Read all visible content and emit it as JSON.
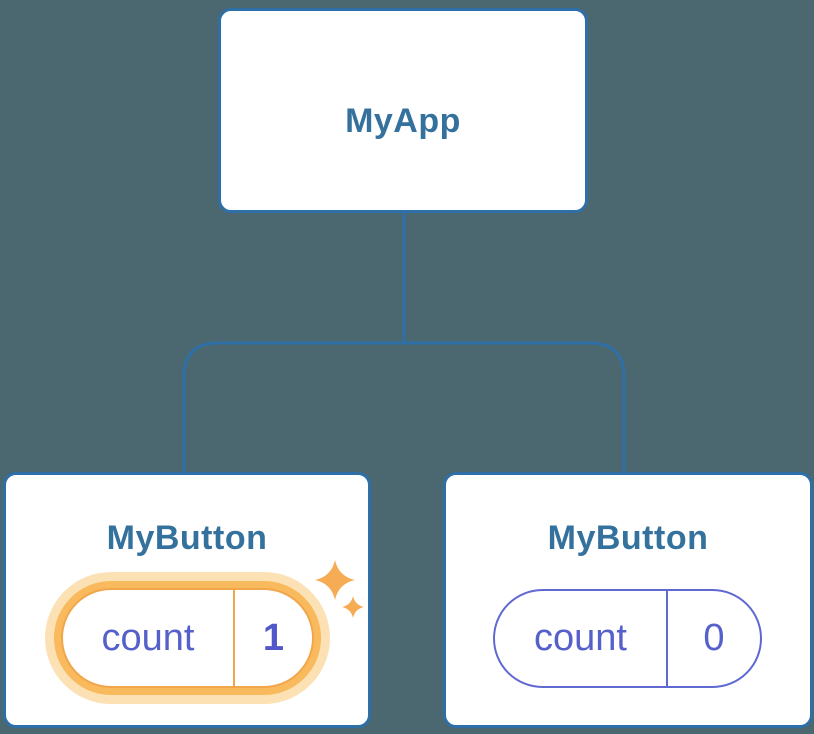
{
  "diagram": {
    "type": "component-tree",
    "background_color": "#4B6871"
  },
  "colors": {
    "node_border": "#2F6FA7",
    "node_background": "#FFFFFF",
    "node_title_text": "#35719D",
    "state_text": "#5560CB",
    "state_pill_border": "#5F69D1",
    "highlight_ring": "#F9B95D",
    "highlight_glow": "#FBE1B4",
    "highlight_stroke": "#F2A64C",
    "sparkle": "#F6AC55"
  },
  "tree": {
    "root": {
      "label": "MyApp"
    },
    "children": [
      {
        "label": "MyButton",
        "state": {
          "name": "count",
          "value": "1",
          "highlighted": true
        }
      },
      {
        "label": "MyButton",
        "state": {
          "name": "count",
          "value": "0",
          "highlighted": false
        }
      }
    ]
  },
  "icons": [
    {
      "name": "sparkles-icon"
    }
  ]
}
